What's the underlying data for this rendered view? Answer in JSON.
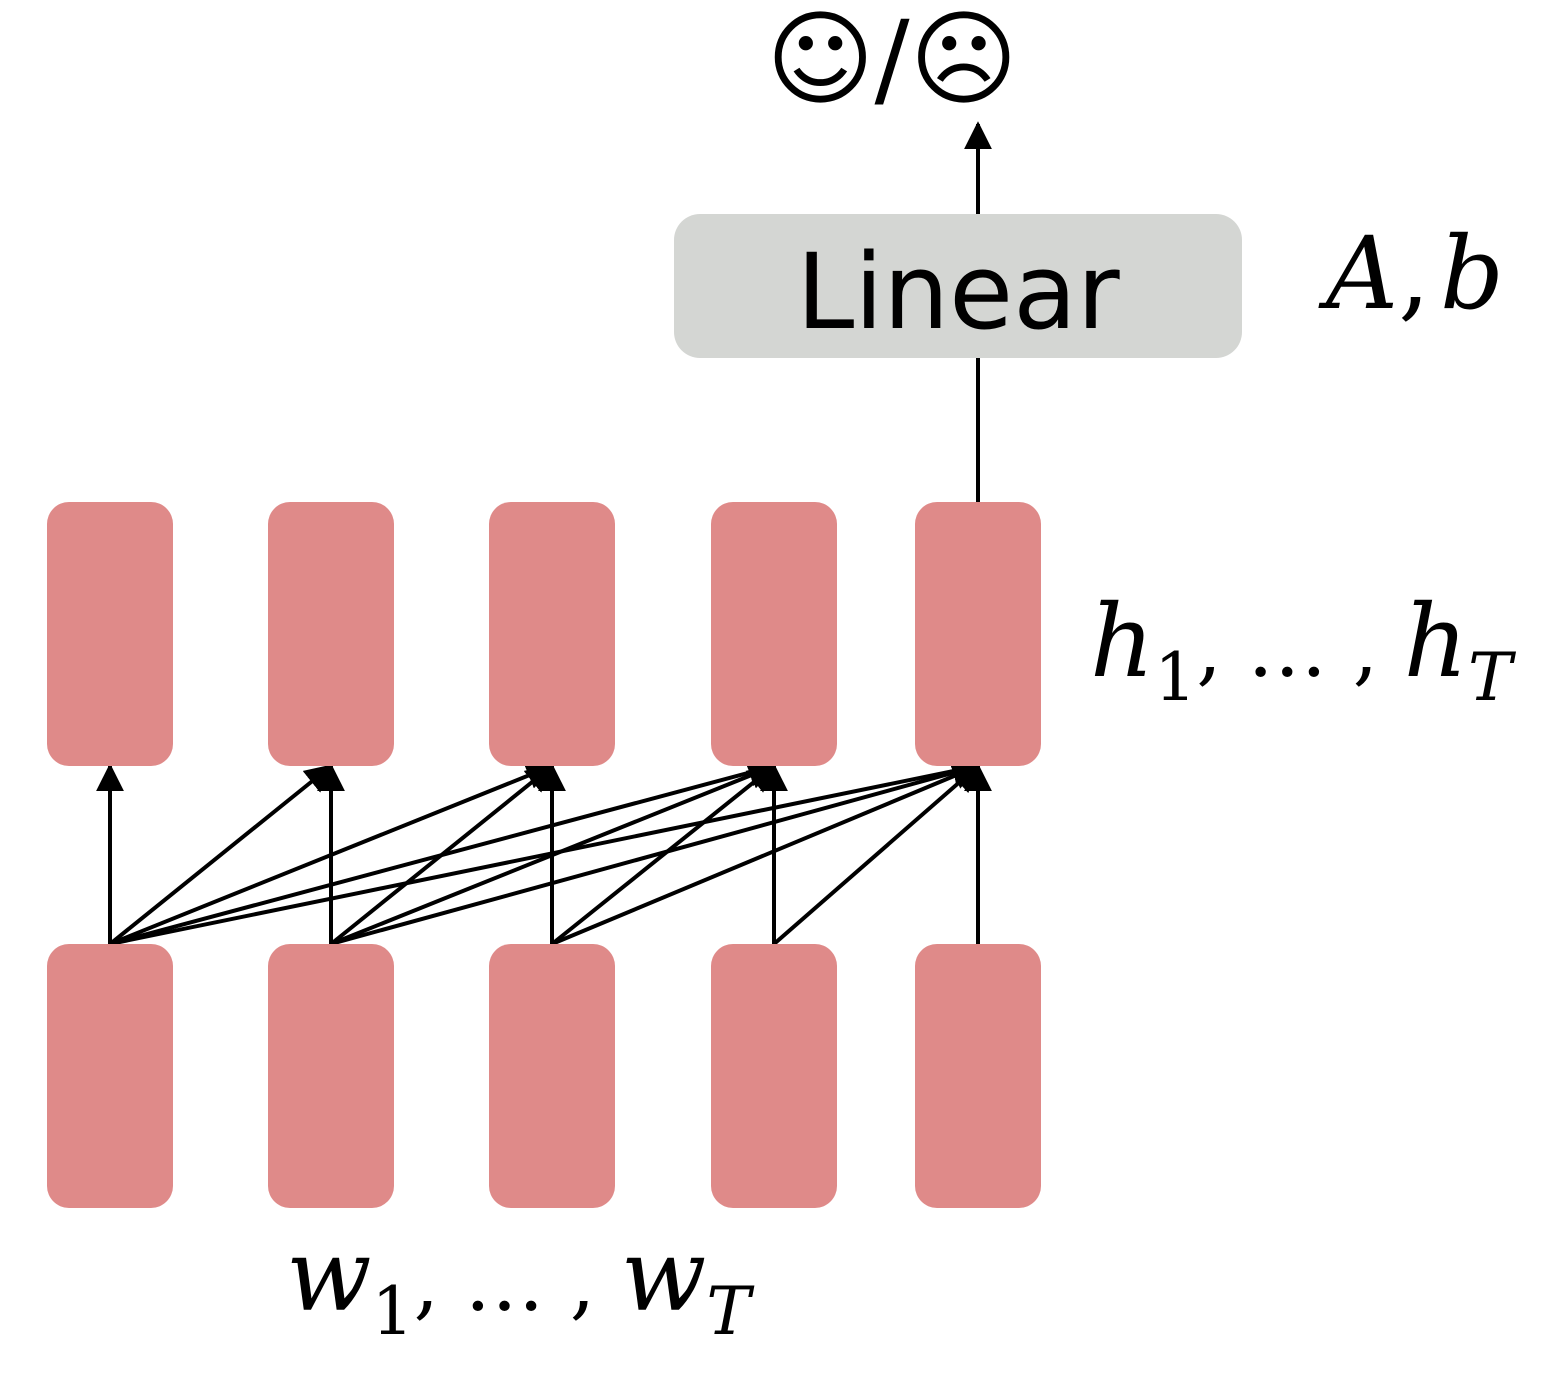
{
  "output": {
    "label": "☺/☹"
  },
  "linear_layer": {
    "label": "Linear",
    "fill_color": "#d4d6d3"
  },
  "params": {
    "A": "A",
    "comma": ",",
    "b": "b"
  },
  "hidden_states": {
    "count": 5,
    "color": "#df8a89",
    "label": {
      "h": "h",
      "sub1": "1",
      "middle": ", … , ",
      "subT": "T"
    }
  },
  "inputs": {
    "count": 5,
    "color": "#df8a89",
    "label": {
      "w": "w",
      "sub1": "1",
      "middle": ", … , ",
      "subT": "T"
    }
  },
  "connectivity": {
    "type": "causal-attention",
    "note": "each input i connects to every hidden state j >= i"
  }
}
